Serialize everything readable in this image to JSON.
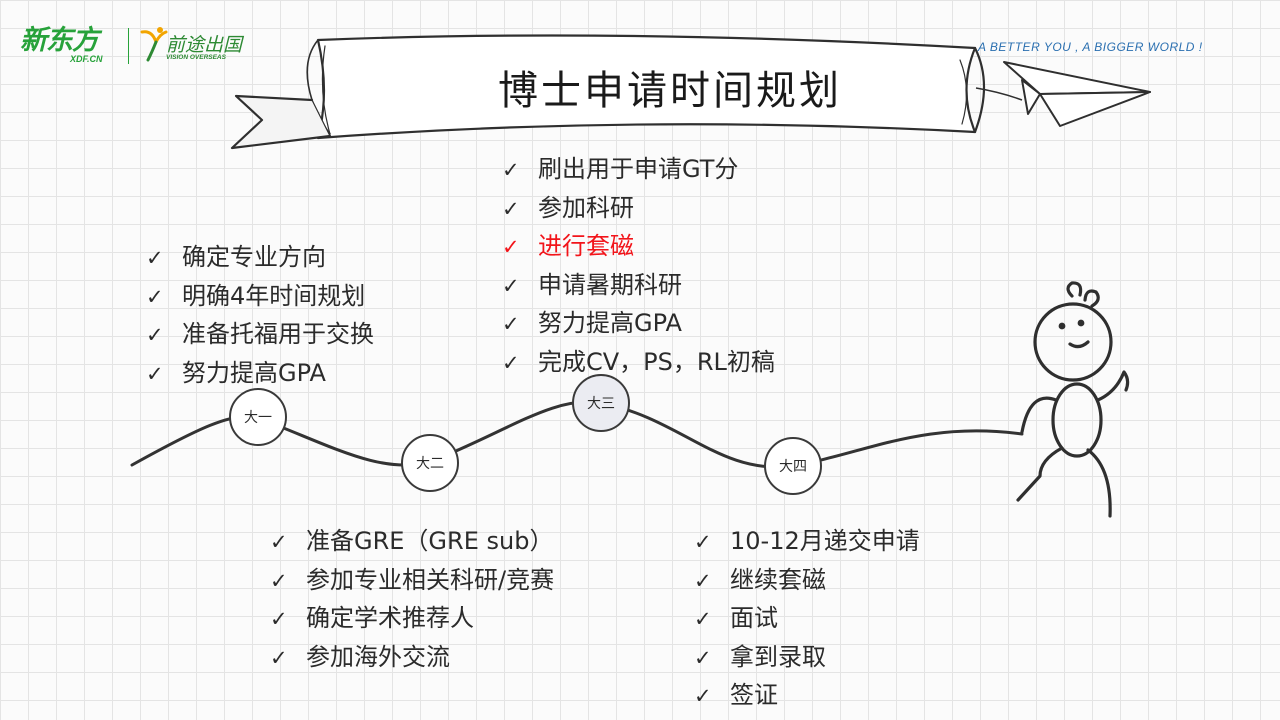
{
  "header": {
    "brand_cn": "新东方",
    "brand_en": "XDF.CN",
    "vision_cn": "前途出国",
    "vision_en": "VISION OVERSEAS",
    "slogan": "A BETTER YOU , A BIGGER WORLD !"
  },
  "title": "博士申请时间规划",
  "check_mark": "✓",
  "timeline": {
    "nodes": [
      {
        "label": "大一"
      },
      {
        "label": "大二"
      },
      {
        "label": "大三"
      },
      {
        "label": "大四"
      }
    ]
  },
  "tasks": {
    "year1": [
      "确定专业方向",
      "明确4年时间规划",
      "准备托福用于交换",
      "努力提高GPA"
    ],
    "year2": [
      "准备GRE（GRE sub）",
      "参加专业相关科研/竞赛",
      "确定学术推荐人",
      "参加海外交流"
    ],
    "year3": [
      "刷出用于申请GT分",
      "参加科研",
      "进行套磁",
      "申请暑期科研",
      "努力提高GPA",
      "完成CV，PS，RL初稿"
    ],
    "year4": [
      "10-12月递交申请",
      "继续套磁",
      "面试",
      "拿到录取",
      "签证"
    ]
  },
  "colors": {
    "highlight": "#f2141a",
    "brand_green": "#27a23a",
    "slogan_blue": "#2a6fb0"
  }
}
